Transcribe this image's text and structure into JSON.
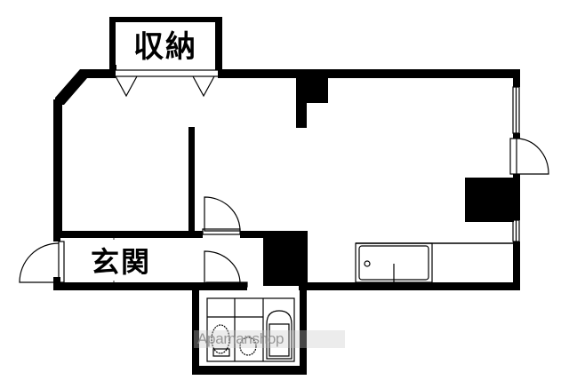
{
  "floor_plan": {
    "rooms": {
      "storage": {
        "label": "収納"
      },
      "entrance": {
        "label": "玄関"
      }
    },
    "watermark": "Apamanshop",
    "colors": {
      "wall": "#000000",
      "background": "#ffffff",
      "watermark": "#8a8a8a"
    }
  }
}
